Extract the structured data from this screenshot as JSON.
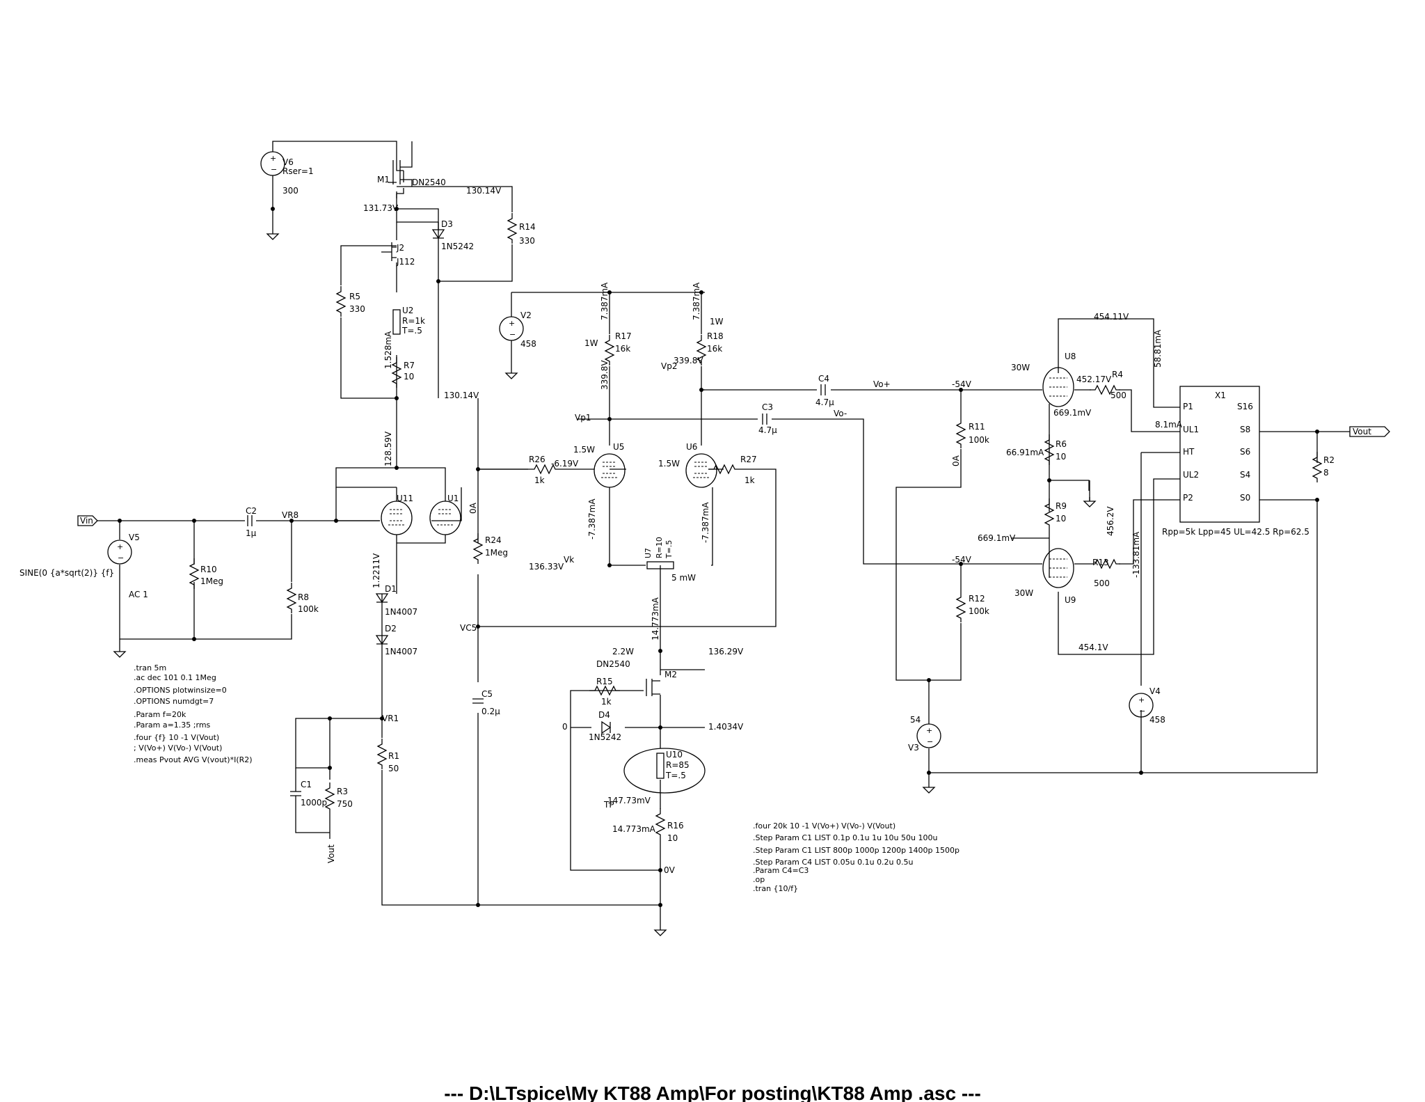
{
  "footer": "---  D:\\LTspice\\My KT88 Amp\\For posting\\KT88 Amp .asc  ---",
  "ports": {
    "vin": "Vin",
    "vout": "Vout"
  },
  "components": {
    "v6": {
      "name": "V6",
      "param": "Rser=1",
      "value": "300"
    },
    "m1": {
      "name": "M1",
      "model": "DN2540"
    },
    "d3": {
      "name": "D3",
      "model": "1N5242"
    },
    "r14": {
      "name": "R14",
      "value": "330"
    },
    "j2": {
      "name": "J2",
      "model": "J112"
    },
    "r5": {
      "name": "R5",
      "value": "330"
    },
    "u2": {
      "name": "U2",
      "p1": "R=1k",
      "p2": "T=.5"
    },
    "r7": {
      "name": "R7",
      "value": "10"
    },
    "v2": {
      "name": "V2",
      "value": "458"
    },
    "r17": {
      "name": "R17",
      "value": "16k",
      "power": "1W"
    },
    "r18": {
      "name": "R18",
      "value": "16k",
      "power": "1W"
    },
    "c4": {
      "name": "C4",
      "value": "4.7µ"
    },
    "c3": {
      "name": "C3",
      "value": "4.7µ"
    },
    "r26": {
      "name": "R26",
      "value": "1k"
    },
    "r27": {
      "name": "R27",
      "value": "1k"
    },
    "u5": {
      "name": "U5",
      "power": "1.5W"
    },
    "u6": {
      "name": "U6",
      "power": "1.5W"
    },
    "u7": {
      "name": "U7",
      "p1": "R=10",
      "p2": "T=.5",
      "power": "5 mW"
    },
    "u11": {
      "name": "U11"
    },
    "u1": {
      "name": "U1"
    },
    "c2": {
      "name": "C2",
      "value": "1µ"
    },
    "v5": {
      "name": "V5",
      "func": "SINE(0 {a*sqrt(2)} {f}",
      "ac": "AC 1"
    },
    "r10": {
      "name": "R10",
      "value": "1Meg"
    },
    "r8": {
      "name": "R8",
      "value": "100k"
    },
    "r24": {
      "name": "R24",
      "value": "1Meg"
    },
    "c5": {
      "name": "C5",
      "value": "0.2µ"
    },
    "d1": {
      "name": "D1",
      "model": "1N4007"
    },
    "d2": {
      "name": "D2",
      "model": "1N4007"
    },
    "r1": {
      "name": "R1",
      "value": "50"
    },
    "c1": {
      "name": "C1",
      "value": "1000p"
    },
    "r3": {
      "name": "R3",
      "value": "750"
    },
    "m2": {
      "name": "M2",
      "model": "DN2540",
      "power": "2.2W"
    },
    "r15": {
      "name": "R15",
      "value": "1k"
    },
    "d4": {
      "name": "D4",
      "model": "1N5242"
    },
    "u10": {
      "name": "U10",
      "p1": "R=85",
      "p2": "T=.5"
    },
    "r16": {
      "name": "R16",
      "value": "10"
    },
    "u8": {
      "name": "U8",
      "power": "30W"
    },
    "u9": {
      "name": "U9",
      "power": "30W"
    },
    "r4": {
      "name": "R4",
      "value": "500"
    },
    "r13": {
      "name": "R13",
      "value": "500"
    },
    "r11": {
      "name": "R11",
      "value": "100k"
    },
    "r12": {
      "name": "R12",
      "value": "100k"
    },
    "r6": {
      "name": "R6",
      "value": "10"
    },
    "r9": {
      "name": "R9",
      "value": "10"
    },
    "v3": {
      "name": "V3",
      "value": "54"
    },
    "v4": {
      "name": "V4",
      "value": "458"
    },
    "x1": {
      "name": "X1",
      "params": "Rpp=5k Lpp=45 UL=42.5 Rp=62.5",
      "pins": [
        "P1",
        "UL1",
        "HT",
        "UL2",
        "P2",
        "S16",
        "S8",
        "S6",
        "S4",
        "S0"
      ]
    },
    "r2": {
      "name": "R2",
      "value": "8"
    }
  },
  "nets": {
    "vr8": "VR8",
    "vp1": "Vp1",
    "vp2": "Vp2",
    "vk": "Vk",
    "vc5": "VC5",
    "vr1": "VR1",
    "tp": "TP",
    "vo_plus": "Vo+",
    "vo_minus": "Vo-",
    "vout_label": "Vout",
    "zero": "0"
  },
  "probes": {
    "p130_14a": "130.14V",
    "p131_73": "131.73V",
    "p130_14b": "130.14V",
    "p1_528ma": "1.528mA",
    "p128_59": "128.59V",
    "p7_387a": "7.387mA",
    "p7_387b": "7.387mA",
    "p339_8a": "339.8V",
    "p339_8b": "339.8V",
    "n6_19": "-6.19V",
    "n7_387a": "-7.387mA",
    "n7_387b": "-7.387mA",
    "p136_33": "136.33V",
    "p0a_a": "0A",
    "p1_2211": "1.2211V",
    "p14_773a": "14.773mA",
    "p136_29": "136.29V",
    "p1_4034": "1.4034V",
    "p147_73": "147.73mV",
    "p14_773b": "14.773mA",
    "p0v": "0V",
    "p454_11": "454.11V",
    "p58_81": "58.81mA",
    "p452_17": "452.17V",
    "p669_1a": "669.1mV",
    "p8_1ma": "8.1mA",
    "p66_91": "66.91mA",
    "p669_1b": "669.1mV",
    "p456_2": "456.2V",
    "n133_81": "-133.81mA",
    "n54a": "-54V",
    "n54b": "-54V",
    "p0a_b": "0A",
    "p454_1": "454.1V"
  },
  "directives_left": [
    ".tran 5m",
    ".ac dec 101 0.1 1Meg",
    ".OPTIONS plotwinsize=0",
    ".OPTIONS numdgt=7",
    ".Param f=20k",
    ".Param a=1.35 ;rms",
    ".four {f} 10 -1 V(Vout)",
    "; V(Vo+) V(Vo-) V(Vout)",
    ".meas Pvout AVG V(vout)*I(R2)"
  ],
  "directives_right": [
    ".four 20k 10 -1 V(Vo+) V(Vo-) V(Vout)",
    ".Step Param C1 LIST 0.1p 0.1u 1u 10u 50u 100u",
    ".Step Param C1 LIST 800p 1000p 1200p 1400p 1500p",
    ".Step Param C4 LIST 0.05u 0.1u 0.2u 0.5u",
    ".Param C4=C3",
    ".op",
    ".tran {10/f}"
  ]
}
